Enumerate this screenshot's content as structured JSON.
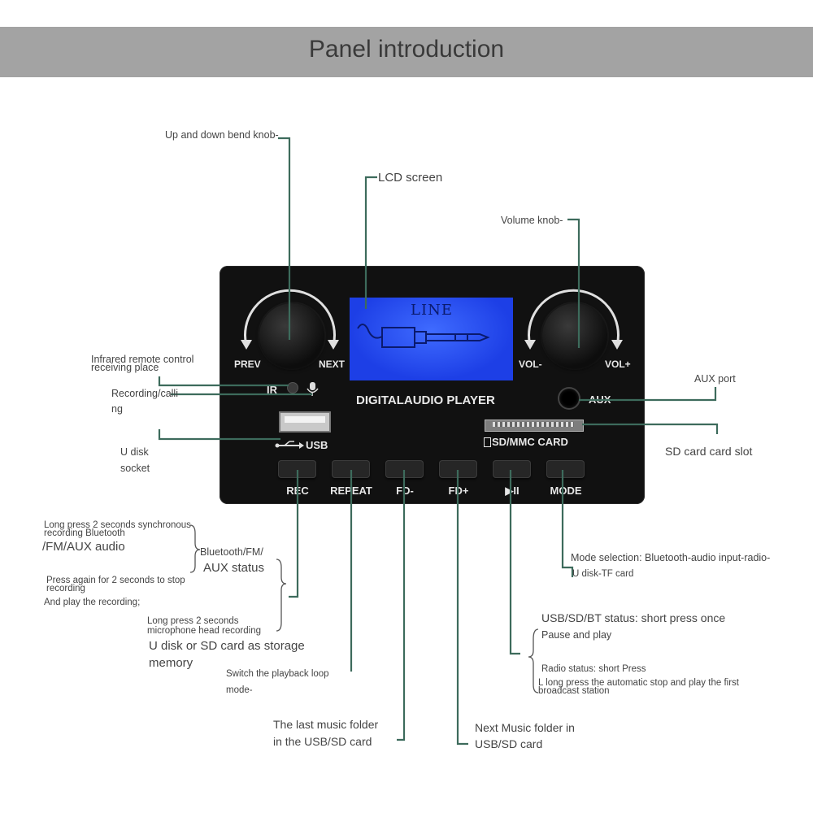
{
  "title": "Panel introduction",
  "panel": {
    "lcd_text": "LINE",
    "brand": "DIGITALAUDIO PLAYER",
    "left_knob_prev": "PREV",
    "left_knob_next": "NEXT",
    "right_knob_minus": "VOL-",
    "right_knob_plus": "VOL+",
    "ir": "IR",
    "usb": "USB",
    "aux": "AUX",
    "sd": "SD/MMC CARD",
    "buttons": [
      "REC",
      "REPEAT",
      "FD-",
      "FD+",
      "▶II",
      "MODE"
    ]
  },
  "labels": {
    "bend_knob": "Up and down bend knob-",
    "lcd_screen": "LCD screen",
    "volume_knob": "Volume knob-",
    "ir_1": "Infrared remote control",
    "ir_2": "receiving place",
    "rec_call_1": "Recording/calli",
    "rec_call_2": "ng",
    "aux_port": "AUX port",
    "udisk_1": "U disk",
    "udisk_2": "socket",
    "sd_slot": "SD card card slot",
    "rec_a1": "Long press 2 seconds synchronous",
    "rec_a2": "recording Bluetooth",
    "rec_a3": "/FM/AUX audio",
    "rec_b1": "Bluetooth/FM/",
    "rec_b2": "AUX status",
    "rec_c1": "Press again for 2 seconds to stop",
    "rec_c2": "recording",
    "rec_c3": "And play the recording;",
    "rec_d1": "Long press 2 seconds",
    "rec_d2": "microphone head recording",
    "rec_e1": "U disk or SD card as storage",
    "rec_e2": "memory",
    "mode_1": "Mode selection: Bluetooth-audio input-radio-",
    "mode_2": "U disk-TF card",
    "play_1": "USB/SD/BT status: short press once",
    "play_2": "Pause and play",
    "play_3": "Radio status: short Press",
    "play_4": "L long press the automatic stop and play the first",
    "play_5": "broadcast station",
    "repeat_1": "Switch the playback loop",
    "repeat_2": "mode-",
    "fdm_1": "The last music folder",
    "fdm_2": "in the USB/SD card",
    "fdp_1": "Next Music folder in",
    "fdp_2": "USB/SD card"
  },
  "colors": {
    "leader": "#3d6b5c",
    "banner": "#a3a3a3",
    "lcd": "#2a4ff0"
  }
}
